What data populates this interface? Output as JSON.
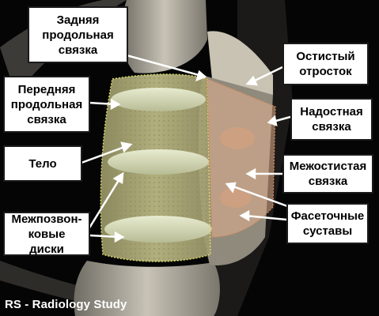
{
  "labels": {
    "posterior_longitudinal_ligament": "Задняя\nпродольная\nсвязка",
    "anterior_longitudinal_ligament": "Передняя\nпродольная\nсвязка",
    "vertebral_body": "Тело",
    "intervertebral_discs": "Межпозвон-\nковые диски",
    "spinous_process": "Остистый\nотросток",
    "supraspinous_ligament": "Надостная\nсвязка",
    "interspinous_ligament": "Межостистая\nсвязка",
    "facet_joints": "Фасеточные\nсуставы"
  },
  "watermark": "RS - Radiology Study",
  "colors": {
    "anterior_highlight": "#c9c98a",
    "posterior_highlight": "#e2b08e",
    "bone": "#b9b4a6",
    "background": "#050505",
    "label_bg": "#ffffff"
  }
}
